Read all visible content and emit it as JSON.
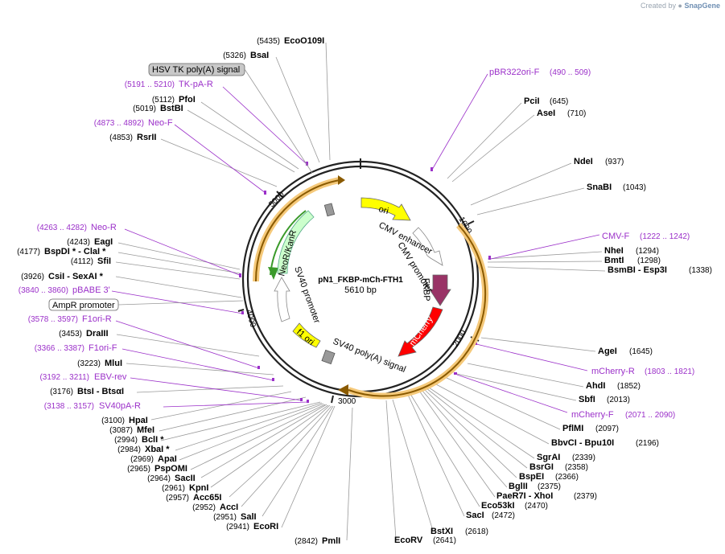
{
  "credit": {
    "prefix": "Created by",
    "brand": "SnapGene"
  },
  "plasmid": {
    "name": "pN1_FKBP-mCh-FTH1",
    "length_label": "5610 bp",
    "length": 5610
  },
  "ticks": [
    "1000",
    "2000",
    "3000",
    "4000",
    "5000"
  ],
  "features": [
    {
      "label": "ori",
      "color": "#ffff00"
    },
    {
      "label": "CMV enhancer",
      "color": "#ffffff"
    },
    {
      "label": "CMV promoter",
      "color": "#ffffff"
    },
    {
      "label": "FKBP",
      "color": "#993366"
    },
    {
      "label": "mCherry",
      "color": "#ff0000"
    },
    {
      "label": "SV40 poly(A) signal",
      "color": "#999999"
    },
    {
      "label": "f1 ori",
      "color": "#ffff00"
    },
    {
      "label": "SV40 promoter",
      "color": "#ffffff"
    },
    {
      "label": "NeoR/KanR",
      "color": "#ccffcc"
    },
    {
      "label": "HSV TK poly(A) signal",
      "color": "#999999"
    },
    {
      "label": "AmpR promoter",
      "color": "#ffffff"
    }
  ],
  "enzymes_right": [
    {
      "name": "PciI",
      "pos": "(645)"
    },
    {
      "name": "AseI",
      "pos": "(710)"
    },
    {
      "name": "NdeI",
      "pos": "(937)"
    },
    {
      "name": "SnaBI",
      "pos": "(1043)"
    },
    {
      "name": "NheI",
      "pos": "(1294)"
    },
    {
      "name": "BmtI",
      "pos": "(1298)"
    },
    {
      "name": "BsmBI - Esp3I",
      "pos": "(1338)"
    },
    {
      "name": "AgeI",
      "pos": "(1645)"
    },
    {
      "name": "AhdI",
      "pos": "(1852)"
    },
    {
      "name": "SbfI",
      "pos": "(2013)"
    },
    {
      "name": "PflMI",
      "pos": "(2097)"
    },
    {
      "name": "BbvCI - Bpu10I",
      "pos": "(2196)"
    },
    {
      "name": "SgrAI",
      "pos": "(2339)"
    },
    {
      "name": "BsrGI",
      "pos": "(2358)"
    },
    {
      "name": "BspEI",
      "pos": "(2366)"
    },
    {
      "name": "BglII",
      "pos": "(2375)"
    },
    {
      "name": "PaeR7I - XhoI",
      "pos": "(2379)"
    },
    {
      "name": "Eco53kI",
      "pos": "(2470)"
    },
    {
      "name": "SacI",
      "pos": "(2472)"
    },
    {
      "name": "BstXI",
      "pos": "(2618)"
    },
    {
      "name": "EcoRV",
      "pos": "(2641)"
    }
  ],
  "enzymes_left": [
    {
      "name": "EcoO109I",
      "pos": "(5435)"
    },
    {
      "name": "BsaI",
      "pos": "(5326)"
    },
    {
      "name": "PfoI",
      "pos": "(5112)"
    },
    {
      "name": "BstBI",
      "pos": "(5019)"
    },
    {
      "name": "RsrII",
      "pos": "(4853)"
    },
    {
      "name": "EagI",
      "pos": "(4243)"
    },
    {
      "name": "BspDI * - ClaI *",
      "pos": "(4177)"
    },
    {
      "name": "SfiI",
      "pos": "(4112)"
    },
    {
      "name": "CsiI - SexAI *",
      "pos": "(3926)"
    },
    {
      "name": "DraIII",
      "pos": "(3453)"
    },
    {
      "name": "MluI",
      "pos": "(3223)"
    },
    {
      "name": "BtsI - BtsαI",
      "pos": "(3176)"
    },
    {
      "name": "HpaI",
      "pos": "(3100)"
    },
    {
      "name": "MfeI",
      "pos": "(3087)"
    },
    {
      "name": "BclI *",
      "pos": "(2994)"
    },
    {
      "name": "XbaI *",
      "pos": "(2984)"
    },
    {
      "name": "ApaI",
      "pos": "(2969)"
    },
    {
      "name": "PspOMI",
      "pos": "(2965)"
    },
    {
      "name": "SacII",
      "pos": "(2964)"
    },
    {
      "name": "KpnI",
      "pos": "(2961)"
    },
    {
      "name": "Acc65I",
      "pos": "(2957)"
    },
    {
      "name": "AccI",
      "pos": "(2952)"
    },
    {
      "name": "SalI",
      "pos": "(2951)"
    },
    {
      "name": "EcoRI",
      "pos": "(2941)"
    },
    {
      "name": "PmlI",
      "pos": "(2842)"
    }
  ],
  "primers": [
    {
      "name": "pBR322ori-F",
      "range": "(490 .. 509)"
    },
    {
      "name": "CMV-F",
      "range": "(1222 .. 1242)"
    },
    {
      "name": "mCherry-R",
      "range": "(1803 .. 1821)"
    },
    {
      "name": "mCherry-F",
      "range": "(2071 .. 2090)"
    },
    {
      "name": "TK-pA-R",
      "range": "(5191 .. 5210)"
    },
    {
      "name": "Neo-F",
      "range": "(4873 .. 4892)"
    },
    {
      "name": "Neo-R",
      "range": "(4263 .. 4282)"
    },
    {
      "name": "pBABE 3'",
      "range": "(3840 .. 3860)"
    },
    {
      "name": "F1ori-R",
      "range": "(3578 .. 3597)"
    },
    {
      "name": "F1ori-F",
      "range": "(3366 .. 3387)"
    },
    {
      "name": "EBV-rev",
      "range": "(3192 .. 3211)"
    },
    {
      "name": "SV40pA-R",
      "range": "(3138 .. 3157)"
    }
  ]
}
